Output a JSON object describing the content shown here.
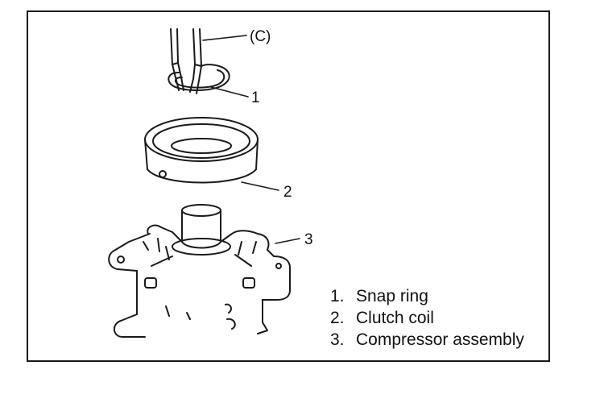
{
  "callouts": {
    "tool": "(C)",
    "part1": "1",
    "part2": "2",
    "part3": "3"
  },
  "legend": [
    {
      "num": "1.",
      "label": "Snap ring"
    },
    {
      "num": "2.",
      "label": "Clutch coil"
    },
    {
      "num": "3.",
      "label": "Compressor assembly"
    }
  ],
  "colors": {
    "line": "#1a1a1a",
    "background": "#ffffff"
  }
}
